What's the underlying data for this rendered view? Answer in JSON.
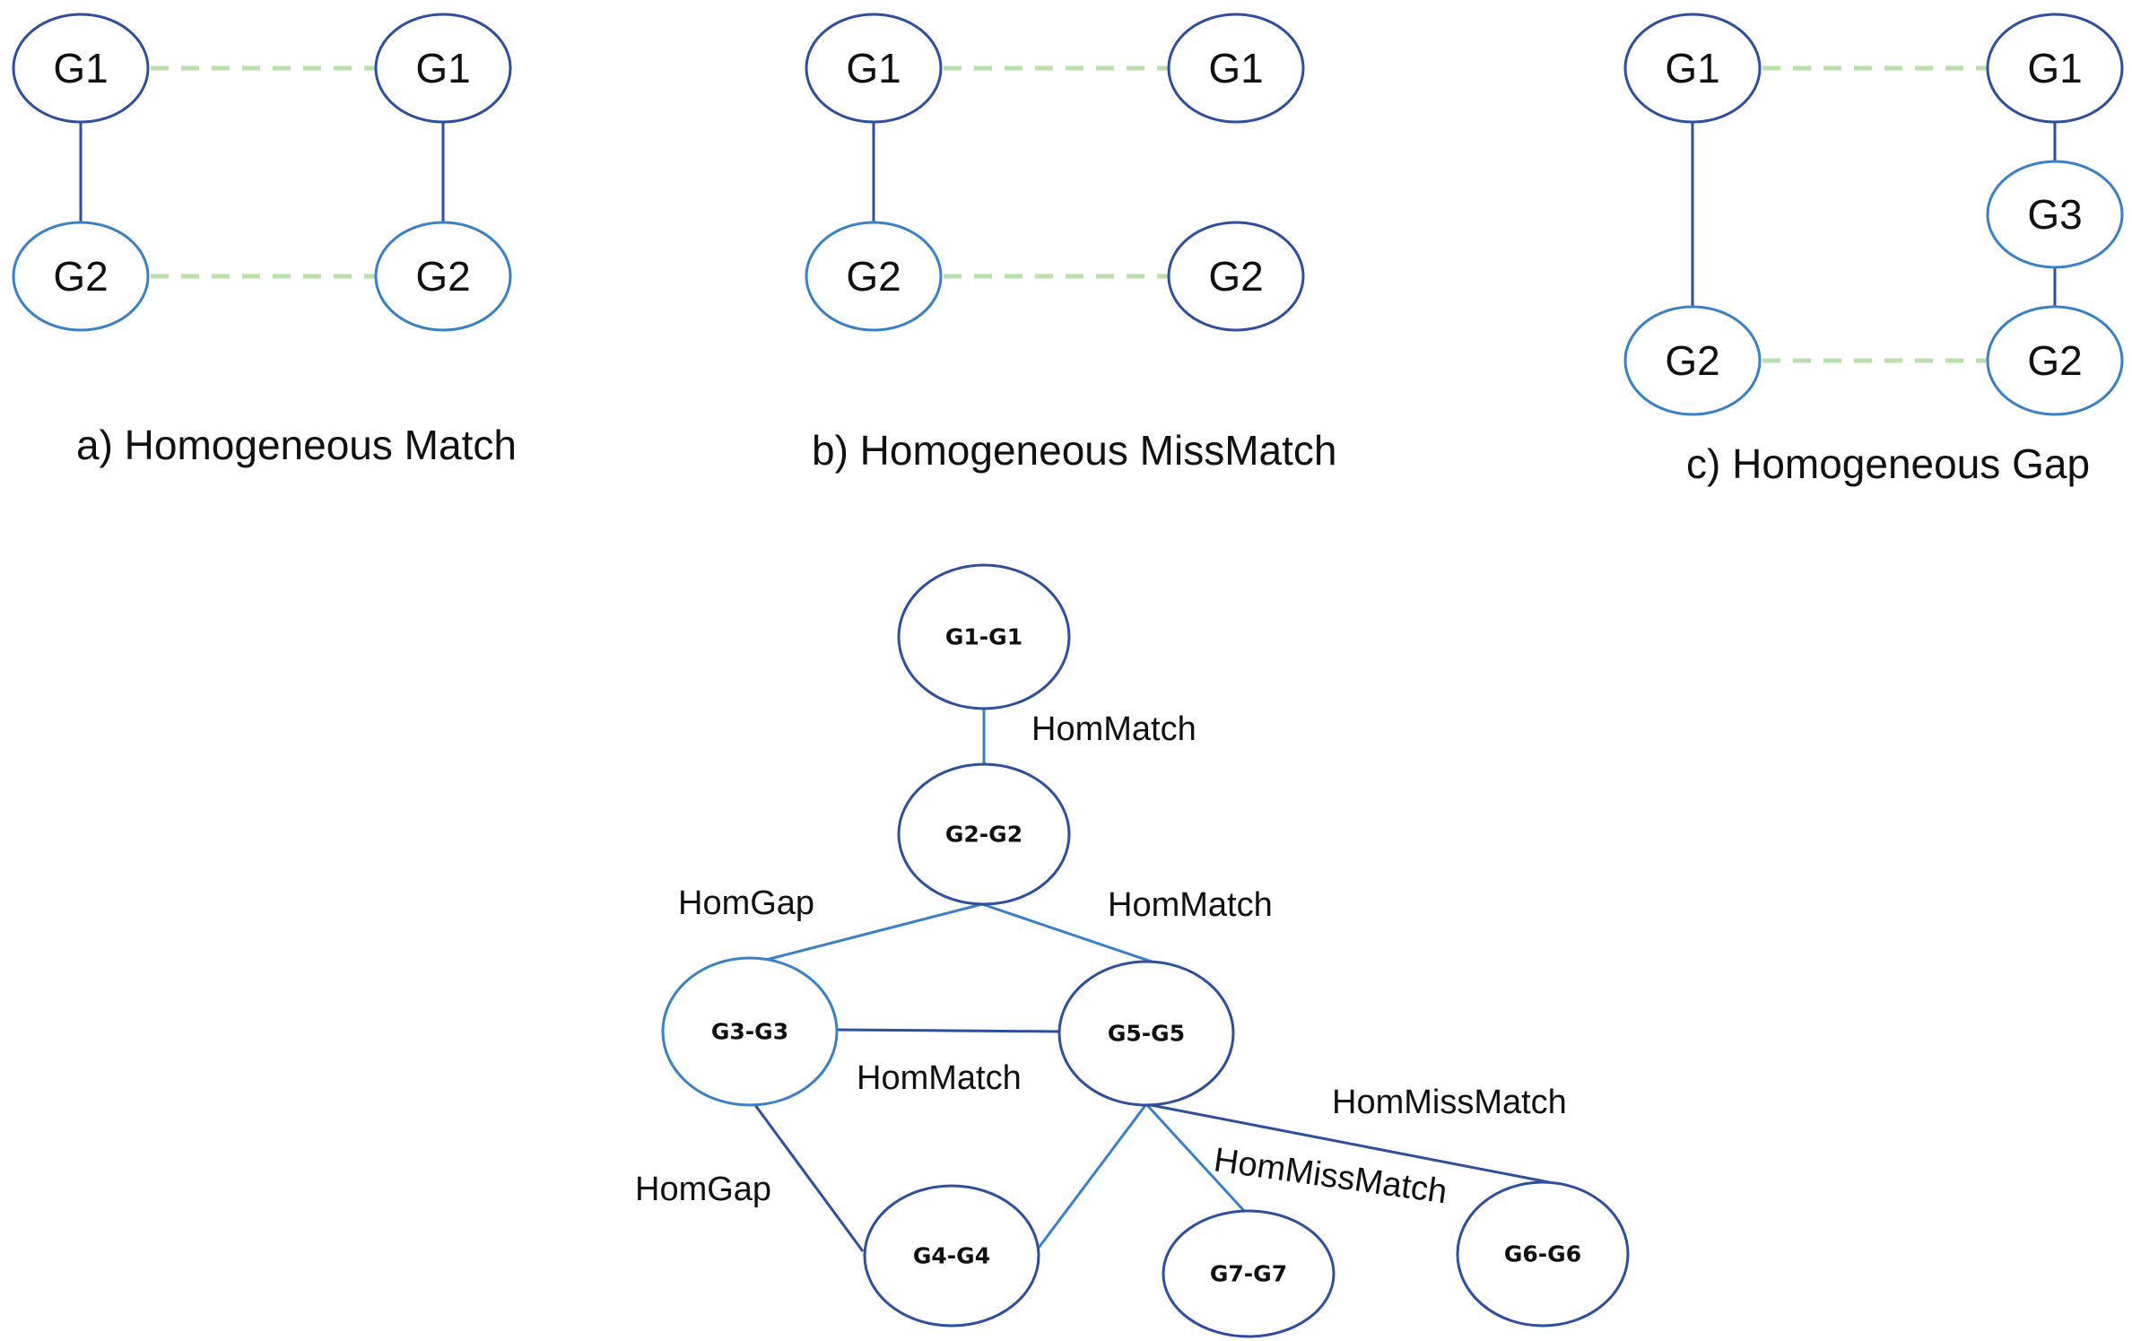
{
  "panels": {
    "a": {
      "caption": "a) Homogeneous Match",
      "left_top": "G1",
      "left_bottom": "G2",
      "right_top": "G1",
      "right_bottom": "G2"
    },
    "b": {
      "caption": "b) Homogeneous MissMatch",
      "left_top": "G1",
      "left_bottom": "G2",
      "right_top": "G1",
      "right_bottom": "G2"
    },
    "c": {
      "caption": "c) Homogeneous Gap",
      "left_top": "G1",
      "left_bottom": "G2",
      "right_top": "G1",
      "right_middle": "G3",
      "right_bottom": "G2"
    }
  },
  "graph": {
    "nodes": {
      "g1": "G1-G1",
      "g2": "G2-G2",
      "g3": "G3-G3",
      "g4": "G4-G4",
      "g5": "G5-G5",
      "g6": "G6-G6",
      "g7": "G7-G7"
    },
    "edges": {
      "g1_g2": "HomMatch",
      "g2_g3": "HomGap",
      "g2_g5": "HomMatch",
      "g3_g5": "HomMatch",
      "g3_g4": "HomGap",
      "g5_g6": "HomMissMatch",
      "g5_g7": "HomMissMatch"
    }
  },
  "colors": {
    "node_stroke": "#2e4f9c",
    "edge_blue": "#3b7fc4",
    "alignment_dash": "#b9dfaa"
  }
}
